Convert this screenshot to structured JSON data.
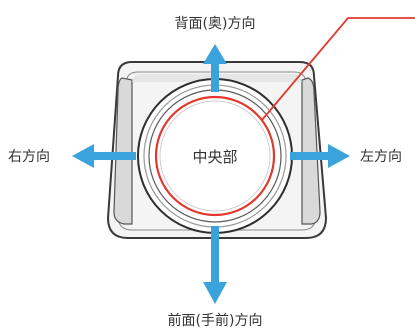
{
  "labels": {
    "back": "背面(奥)方向",
    "front": "前面(手前)方向",
    "left": "右方向",
    "right": "左方向",
    "center": "中央部"
  },
  "colors": {
    "arrow": "#3aa3dc",
    "highlight_ring": "#e03a2f",
    "callout_line": "#e03a2f",
    "body_outline": "#3a3a3a",
    "body_fill": "#f2f2f2",
    "dial_fill": "#ffffff"
  }
}
